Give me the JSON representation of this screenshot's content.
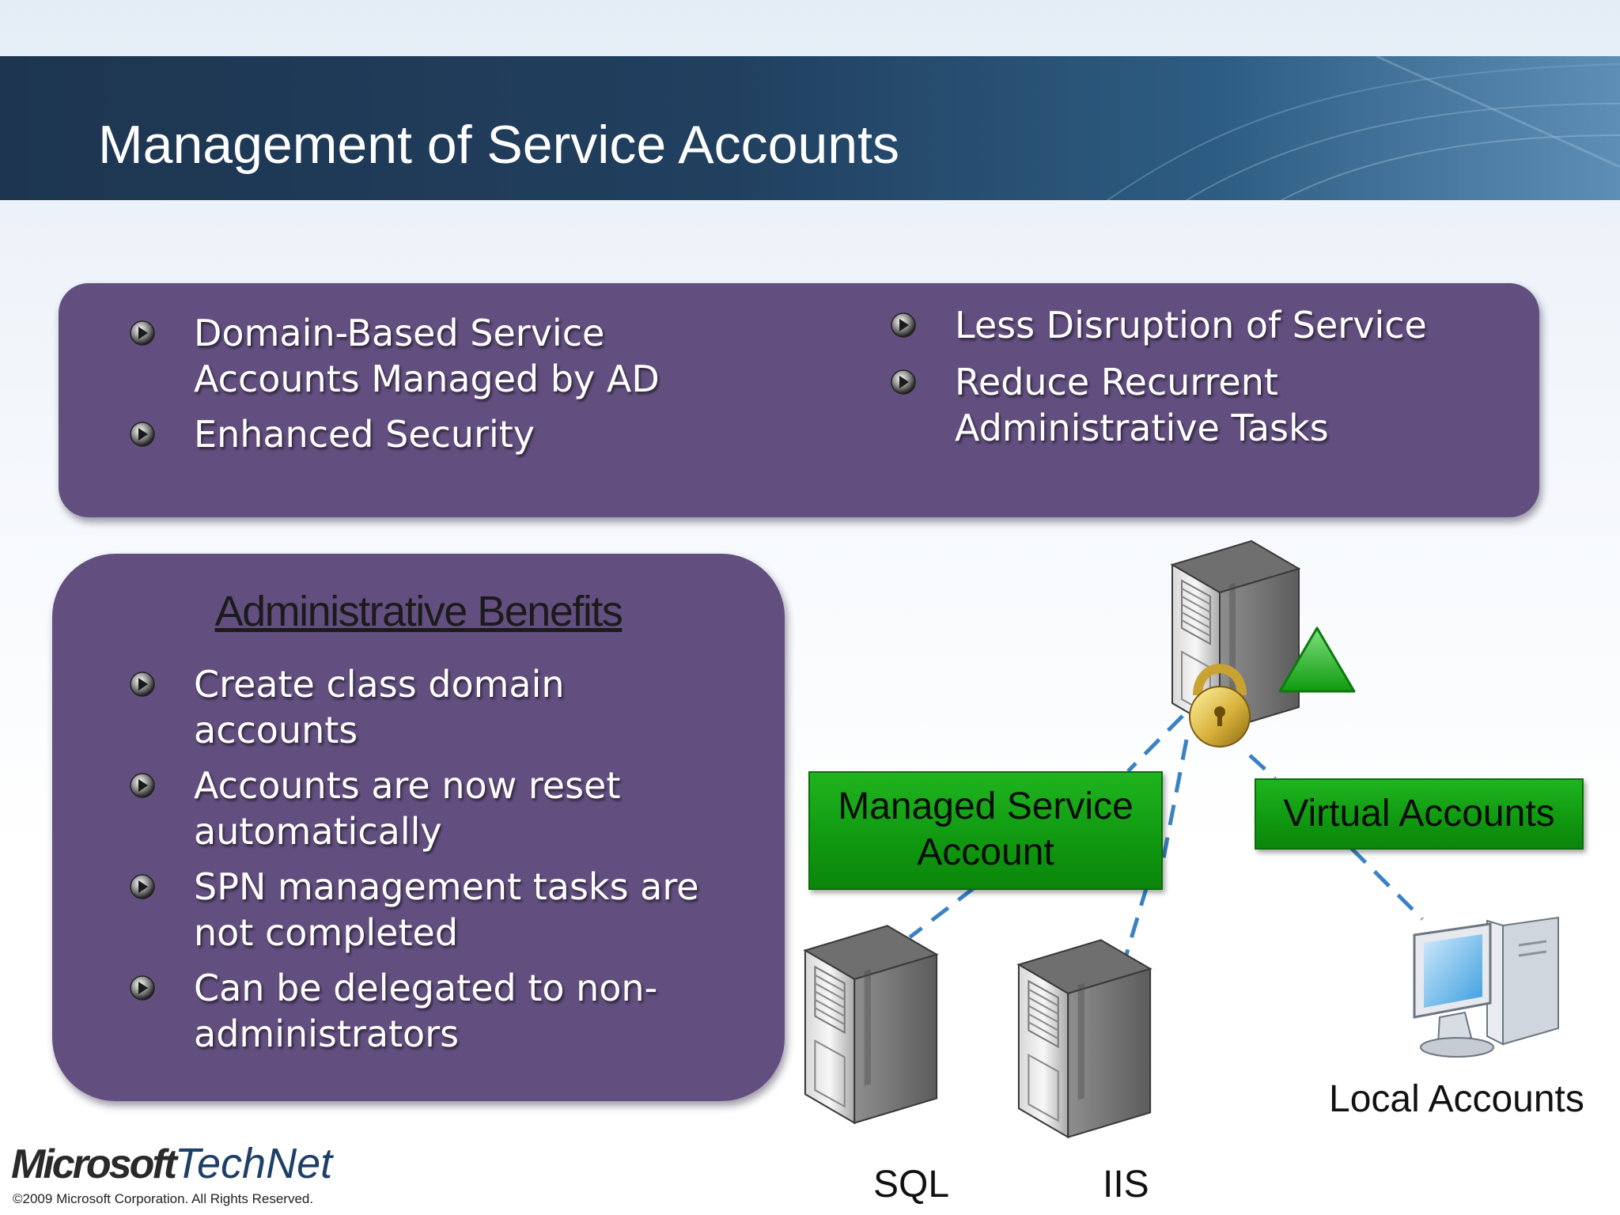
{
  "slide": {
    "title": "Management of Service Accounts"
  },
  "features": {
    "left": [
      {
        "lines": [
          "Domain-Based Service",
          "Accounts Managed by AD"
        ]
      },
      {
        "lines": [
          "Enhanced Security"
        ]
      }
    ],
    "right": [
      {
        "lines": [
          "Less Disruption of Service"
        ]
      },
      {
        "lines": [
          "Reduce Recurrent",
          "Administrative Tasks"
        ]
      }
    ]
  },
  "admin_benefits": {
    "heading": "Administrative Benefits",
    "items": [
      {
        "lines": [
          "Create class domain",
          "accounts"
        ]
      },
      {
        "lines": [
          "Accounts are now reset",
          "automatically"
        ]
      },
      {
        "lines": [
          "SPN management tasks are",
          "not completed"
        ]
      },
      {
        "lines": [
          "Can be delegated to non-",
          "administrators"
        ]
      }
    ]
  },
  "diagram": {
    "managed_service_account": {
      "line1": "Managed Service",
      "line2": "Account"
    },
    "virtual_accounts": "Virtual Accounts",
    "local_accounts": "Local Accounts",
    "sql_label": "SQL",
    "iis_label": "IIS",
    "icons": [
      "secure-server-icon",
      "server-icon",
      "computer-icon",
      "padlock-icon",
      "warning-triangle-icon"
    ],
    "colors": {
      "box_green": "#119a11",
      "connector": "#3b82c4"
    }
  },
  "footer": {
    "brand_microsoft": "Microsoft",
    "brand_technet": "TechNet",
    "copyright": "©2009 Microsoft Corporation.  All Rights Reserved."
  },
  "theme": {
    "banner": "#21405f",
    "panel_purple": "#624f7f",
    "text_white": "#ffffff"
  }
}
